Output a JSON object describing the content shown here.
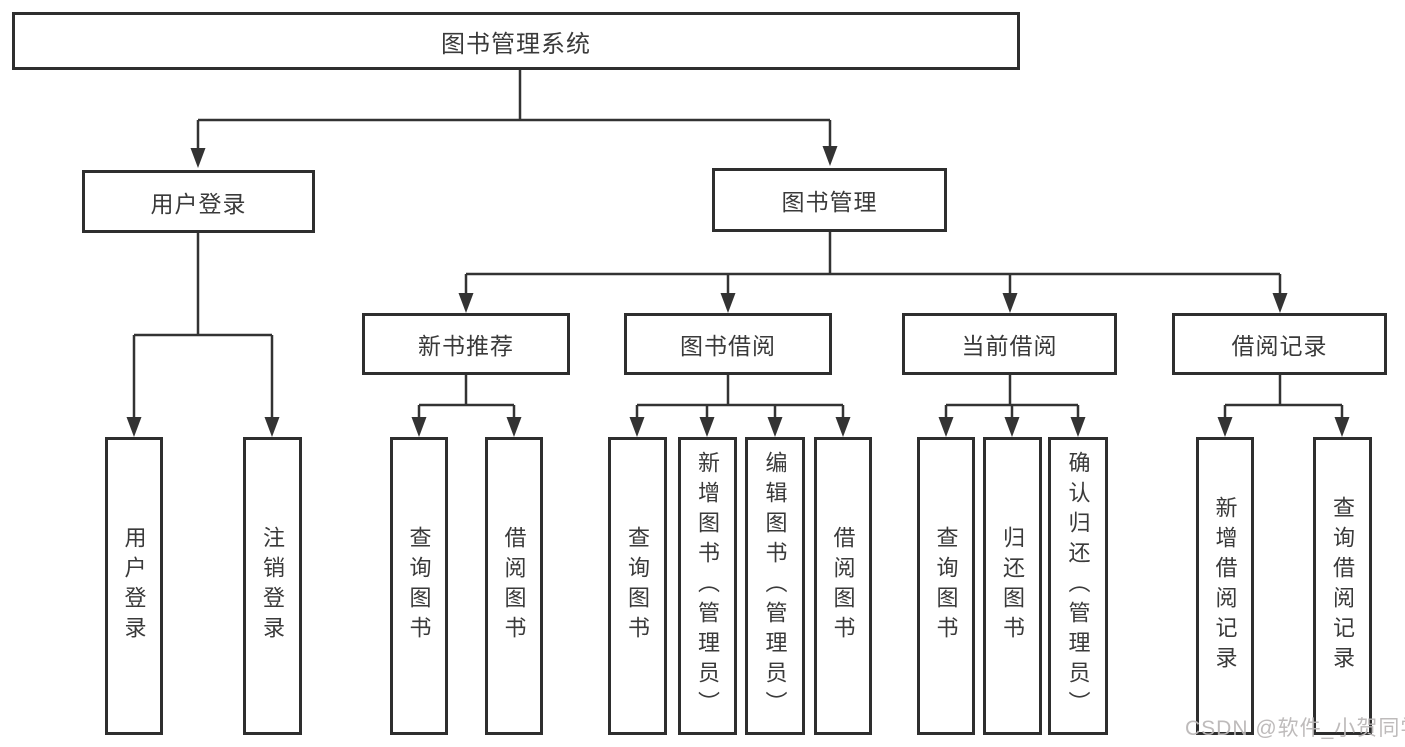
{
  "diagram_title": "图书管理系统",
  "nodes": {
    "root": {
      "label": "图书管理系统"
    },
    "user_login": {
      "label": "用户登录"
    },
    "book_mgmt": {
      "label": "图书管理"
    },
    "new_book_rec": {
      "label": "新书推荐"
    },
    "book_borrow": {
      "label": "图书借阅"
    },
    "current_borrow": {
      "label": "当前借阅"
    },
    "borrow_records": {
      "label": "借阅记录"
    },
    "leaf_user_login": {
      "label": "用户登录"
    },
    "leaf_logout": {
      "label": "注销登录"
    },
    "leaf_nbr_query": {
      "label": "查询图书"
    },
    "leaf_nbr_borrow": {
      "label": "借阅图书"
    },
    "leaf_bb_query": {
      "label": "查询图书"
    },
    "leaf_bb_add": {
      "label": "新增图书（管理员）"
    },
    "leaf_bb_edit": {
      "label": "编辑图书（管理员）"
    },
    "leaf_bb_borrow": {
      "label": "借阅图书"
    },
    "leaf_cb_query": {
      "label": "查询图书"
    },
    "leaf_cb_return": {
      "label": "归还图书"
    },
    "leaf_cb_confirm": {
      "label": "确认归还（管理员）"
    },
    "leaf_br_add": {
      "label": "新增借阅记录"
    },
    "leaf_br_query": {
      "label": "查询借阅记录"
    }
  },
  "watermark": "CSDN @软件_小贺同学",
  "colors": {
    "line": "#333333",
    "border": "#2e2e2e",
    "text": "#3a3a3a",
    "background": "#ffffff",
    "watermark": "#bbb7b7"
  }
}
